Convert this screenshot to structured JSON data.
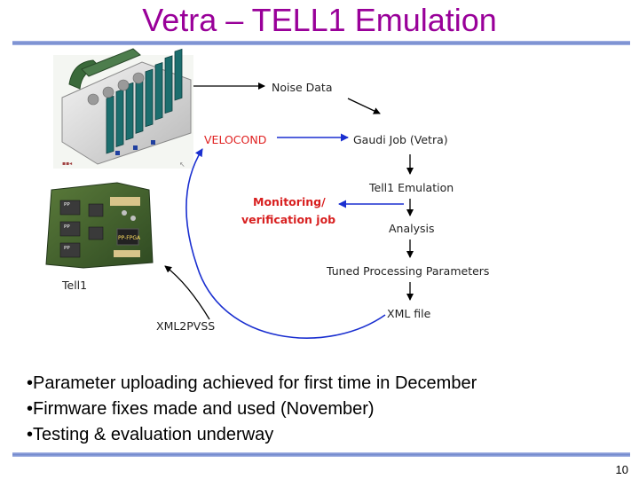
{
  "slide": {
    "title": "Vetra – TELL1 Emulation",
    "page_number": "10"
  },
  "diagram": {
    "noise_data": "Noise Data",
    "velocond": "VELOCOND",
    "gaudi_job": "Gaudi Job (Vetra)",
    "tell1_emulation": "Tell1 Emulation",
    "monitoring_line1": "Monitoring/",
    "monitoring_line2": "verification job",
    "analysis": "Analysis",
    "tuned_params": "Tuned Processing Parameters",
    "xml_file": "XML file",
    "xml2pvss": "XML2PVSS",
    "tell1_board": "Tell1",
    "pp_chip": "PP-FPGA",
    "colors": {
      "arrow_black": "#000000",
      "arrow_blue": "#1a2fd0",
      "label_red": "#e02020",
      "title": "#990099"
    }
  },
  "bullets": [
    "•Parameter uploading achieved for first time in December",
    "•Firmware fixes made and used (November)",
    "•Testing & evaluation underway"
  ]
}
